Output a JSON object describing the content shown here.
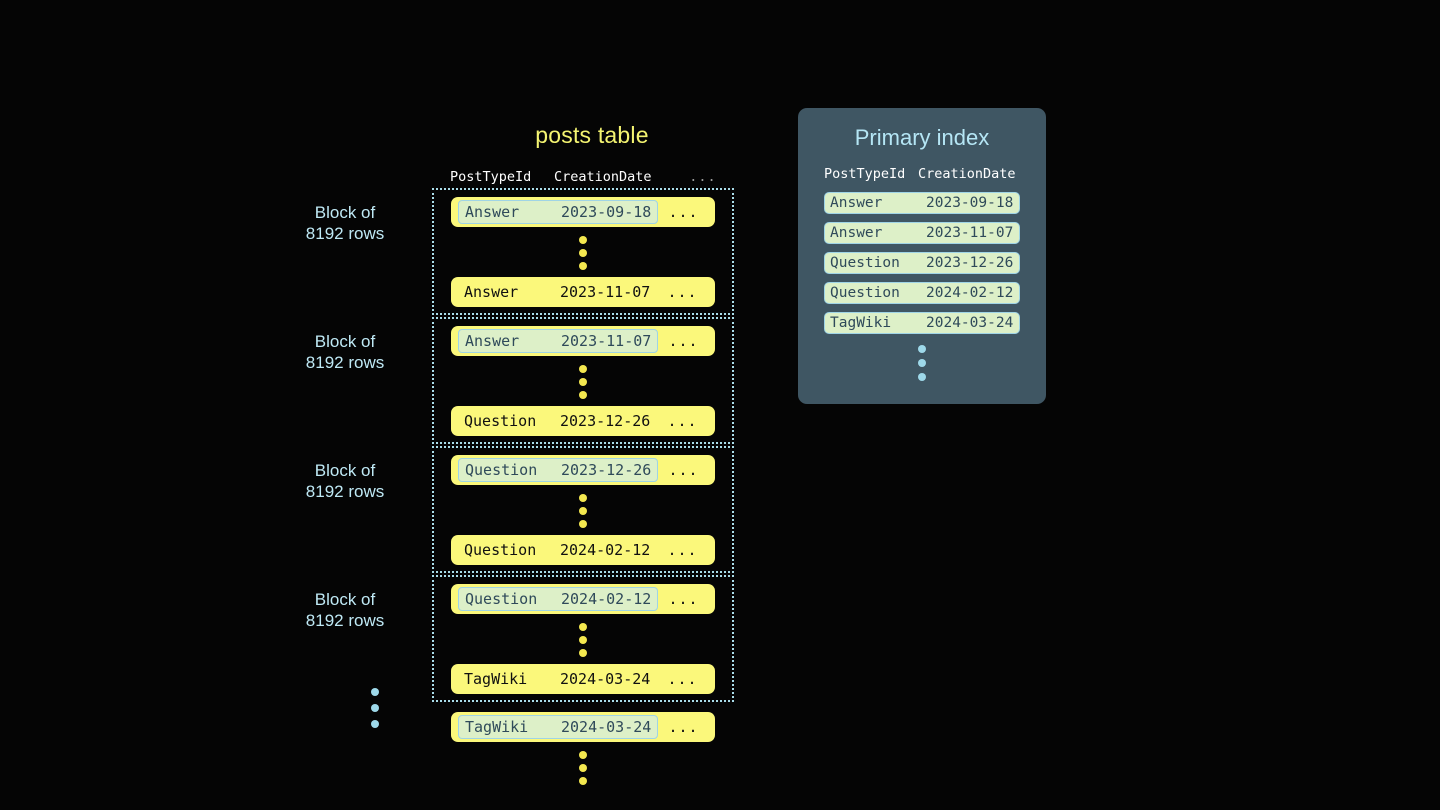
{
  "theme": {
    "background": "#050505",
    "row_yellow": "#fbf87b",
    "highlight_green": "#ddf0c8",
    "accent_blue": "#a9dce9",
    "panel_slate": "#3f5663",
    "title_yellow": "#f4f471",
    "title_blue": "#b5e6f5"
  },
  "posts_table": {
    "title": "posts table",
    "columns": [
      "PostTypeId",
      "CreationDate",
      "..."
    ],
    "ellipsis": "...",
    "blocks": [
      {
        "label": "Block of\n8192 rows",
        "first_row": {
          "type": "Answer",
          "date": "2023-09-18",
          "rest": "...",
          "highlighted": true
        },
        "last_row": {
          "type": "Answer",
          "date": "2023-11-07",
          "rest": "...",
          "highlighted": false
        }
      },
      {
        "label": "Block of\n8192 rows",
        "first_row": {
          "type": "Answer",
          "date": "2023-11-07",
          "rest": "...",
          "highlighted": true
        },
        "last_row": {
          "type": "Question",
          "date": "2023-12-26",
          "rest": "...",
          "highlighted": false
        }
      },
      {
        "label": "Block of\n8192 rows",
        "first_row": {
          "type": "Question",
          "date": "2023-12-26",
          "rest": "...",
          "highlighted": true
        },
        "last_row": {
          "type": "Question",
          "date": "2024-02-12",
          "rest": "...",
          "highlighted": false
        }
      },
      {
        "label": "Block of\n8192 rows",
        "first_row": {
          "type": "Question",
          "date": "2024-02-12",
          "rest": "...",
          "highlighted": true
        },
        "last_row": {
          "type": "TagWiki",
          "date": "2024-03-24",
          "rest": "...",
          "highlighted": false
        }
      }
    ],
    "tail_row": {
      "type": "TagWiki",
      "date": "2024-03-24",
      "rest": "...",
      "highlighted": true
    }
  },
  "primary_index": {
    "title": "Primary index",
    "columns": [
      "PostTypeId",
      "CreationDate"
    ],
    "entries": [
      {
        "type": "Answer",
        "date": "2023-09-18"
      },
      {
        "type": "Answer",
        "date": "2023-11-07"
      },
      {
        "type": "Question",
        "date": "2023-12-26"
      },
      {
        "type": "Question",
        "date": "2024-02-12"
      },
      {
        "type": "TagWiki",
        "date": "2024-03-24"
      }
    ]
  }
}
